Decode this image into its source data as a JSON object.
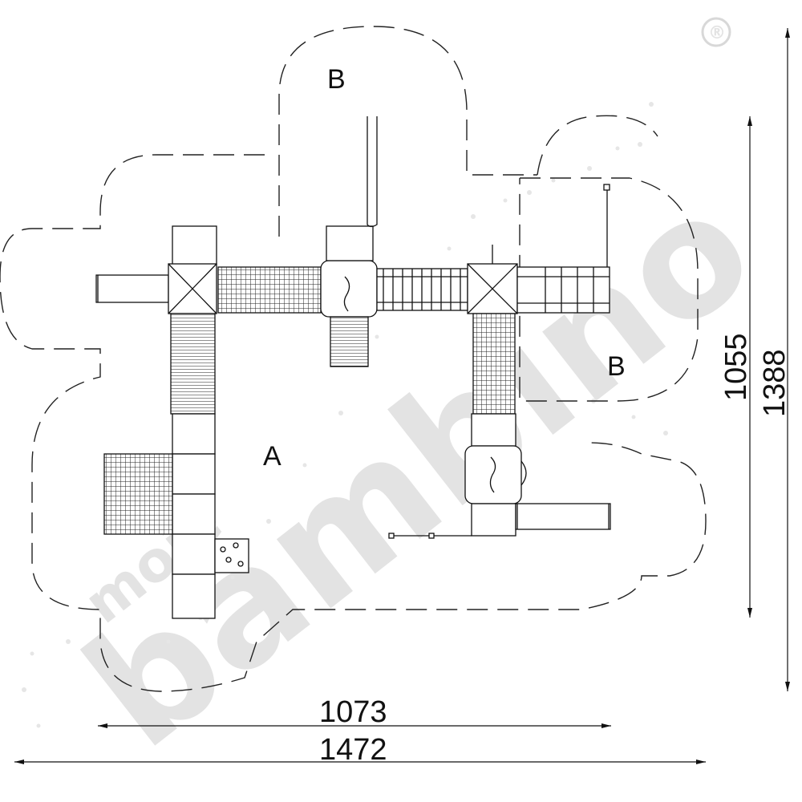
{
  "diagram": {
    "zone_labels": {
      "a": "A",
      "b_top": "B",
      "b_right": "B"
    },
    "dimensions": {
      "width_inner": "1073",
      "width_outer": "1472",
      "height_inner": "1055",
      "height_outer": "1388"
    },
    "watermark": {
      "brand": "bambino",
      "prefix": "moje",
      "registered_mark": "®"
    }
  },
  "colors": {
    "line": "#111111",
    "dash": "#222222",
    "watermark": "#e3e3e3",
    "background": "#ffffff"
  },
  "icons": [
    "cross-brace-icon",
    "slide-icon",
    "ladder-icon",
    "climbing-net-icon",
    "climbing-wall-icon",
    "roof-panel-icon"
  ]
}
